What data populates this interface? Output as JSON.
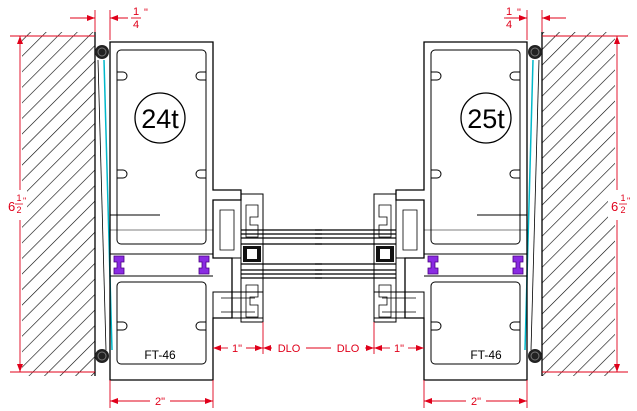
{
  "drawing": {
    "frames": [
      {
        "id": "24t",
        "label": "24t",
        "part": "FT-46"
      },
      {
        "id": "25t",
        "label": "25t",
        "part": "FT-46"
      }
    ],
    "dimensions": {
      "quarter_whole": "",
      "quarter_num": "1",
      "quarter_den": "4",
      "quarter_unit": "\"",
      "height_whole": "6",
      "height_num": "1",
      "height_den": "2",
      "height_unit": "\"",
      "one_inch": "1\"",
      "two_inch": "2\"",
      "dlo": "DLO"
    },
    "colors": {
      "dimension": "#e0001a",
      "glass_line": "#00b7c9",
      "thermal_break": "#8a2be2",
      "line": "#000000"
    }
  }
}
